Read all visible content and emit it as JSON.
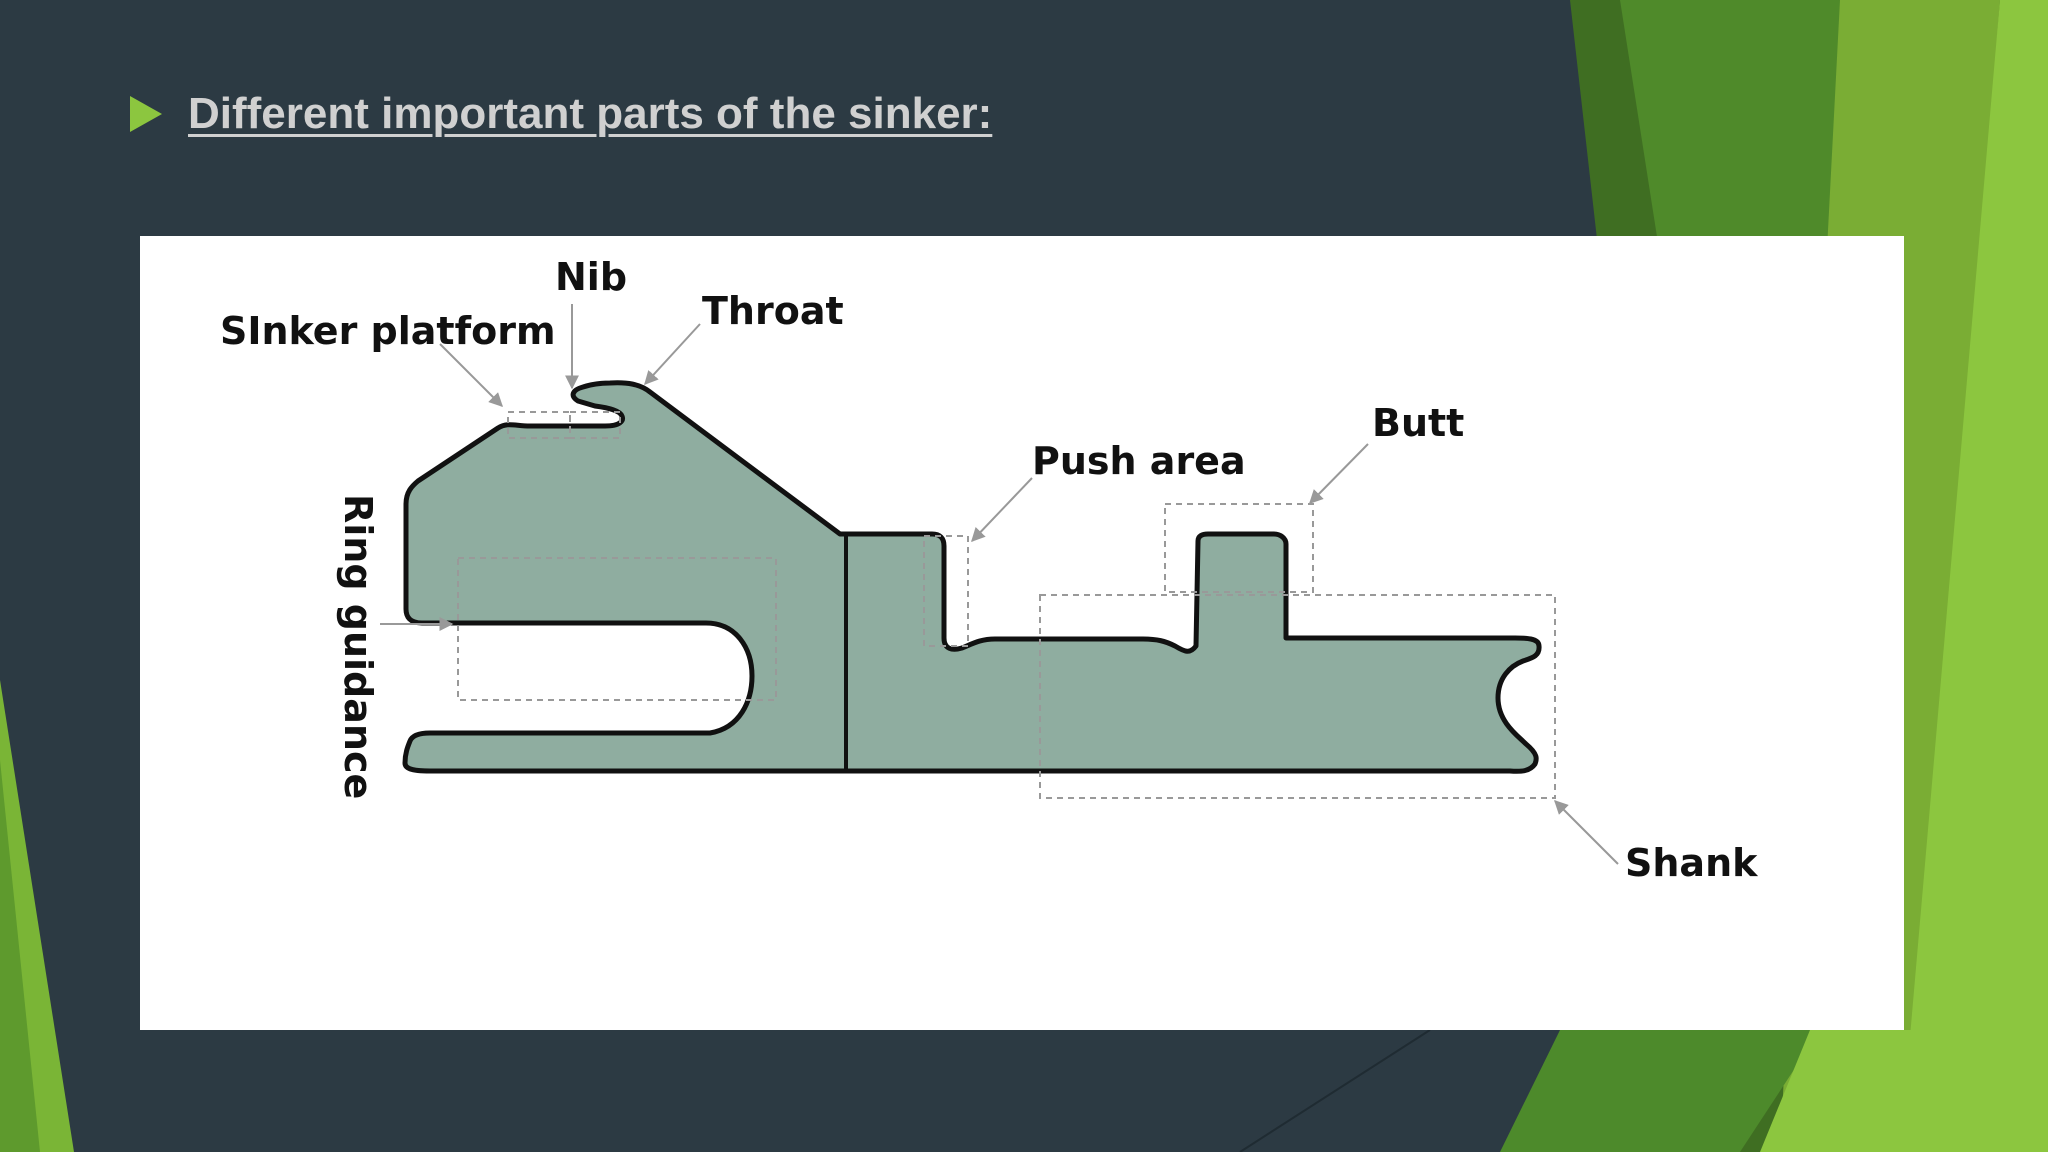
{
  "slide": {
    "title": "Different important parts of the sinker:",
    "bullet_icon": "triangle-bullet-icon",
    "colors": {
      "background": "#2c3a43",
      "accent": "#8cc63f",
      "title": "#d0d0d0",
      "sinker_fill": "#8fada0",
      "outline": "#111111"
    }
  },
  "diagram": {
    "labels": {
      "nib": "Nib",
      "sinker_platform": "SInker platform",
      "throat": "Throat",
      "push_area": "Push area",
      "butt": "Butt",
      "ring_guidance": "Ring guidance",
      "shank": "Shank"
    }
  }
}
